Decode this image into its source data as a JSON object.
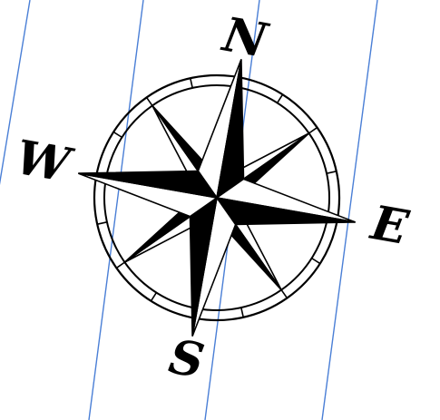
{
  "figure": {
    "rotation_deg": 10,
    "grid_line_color": "#4a7fd6",
    "ink_color": "#000000",
    "paper_color": "#ffffff"
  },
  "compass": {
    "labels": {
      "north": "N",
      "east": "E",
      "south": "S",
      "west": "W"
    },
    "points": 8
  }
}
